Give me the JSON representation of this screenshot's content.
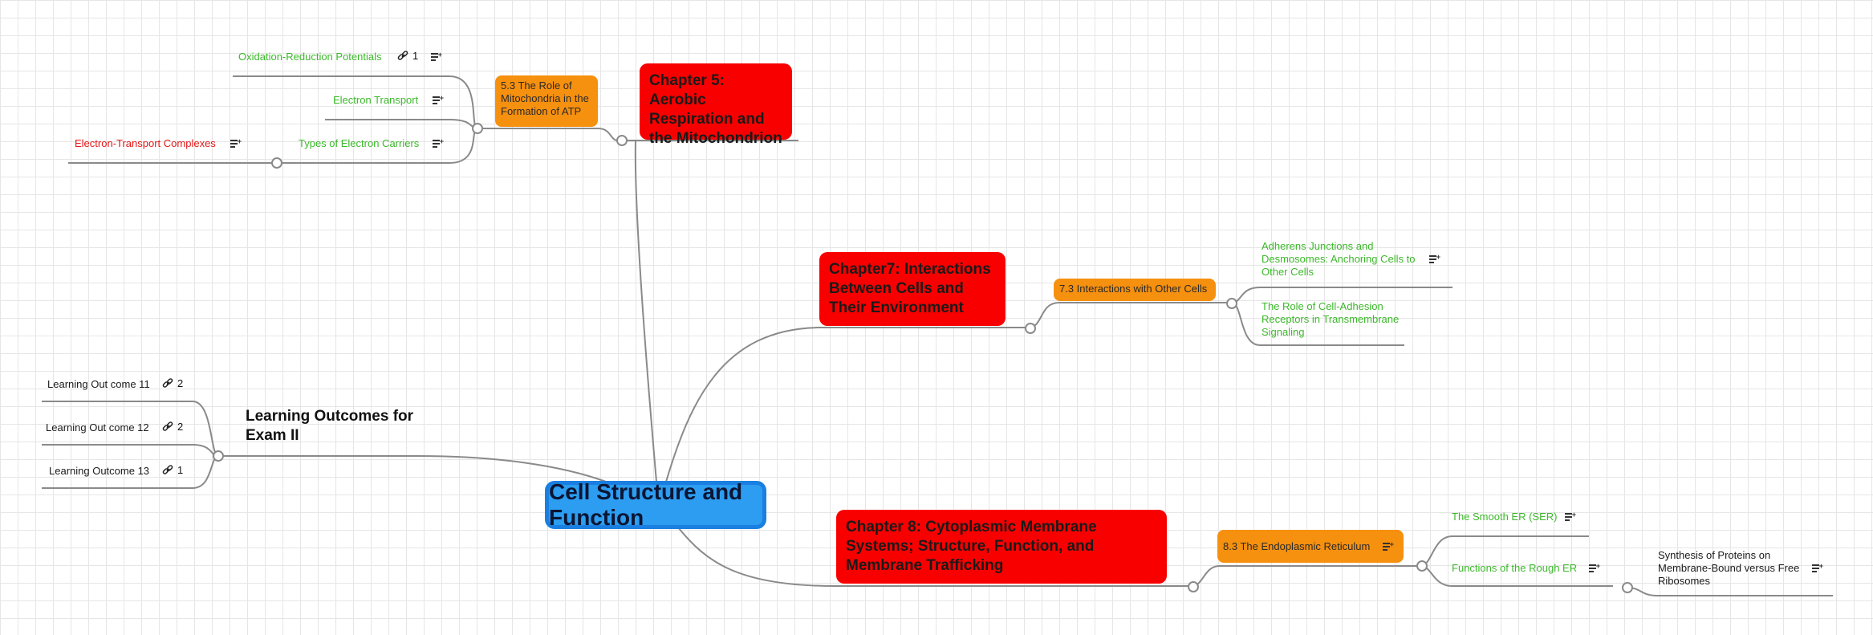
{
  "central": {
    "label": "Cell Structure and Function"
  },
  "chapter5": {
    "label": "Chapter 5: Aerobic Respiration and the Mitochondrion",
    "section": {
      "label": "5.3 The Role of Mitochondria in the Formation of ATP",
      "topics": [
        {
          "label": "Oxidation-Reduction Potentials",
          "link_count": "1"
        },
        {
          "label": "Electron Transport"
        },
        {
          "label": "Types of Electron Carriers",
          "child": {
            "label": "Electron-Transport Complexes"
          }
        }
      ]
    }
  },
  "chapter7": {
    "label": "Chapter7: Interactions Between Cells and Their Environment",
    "section": {
      "label": "7.3 Interactions with Other Cells",
      "topics": [
        {
          "label": "Adherens Junctions and Desmosomes: Anchoring Cells to Other Cells"
        },
        {
          "label": "The Role of Cell-Adhesion Receptors in Transmembrane Signaling"
        }
      ]
    }
  },
  "chapter8": {
    "label": "Chapter 8: Cytoplasmic Membrane Systems; Structure, Function, and Membrane Trafficking",
    "section": {
      "label": "8.3 The Endoplasmic Reticulum",
      "topics": [
        {
          "label": "The Smooth ER (SER)"
        },
        {
          "label": "Functions of the Rough ER",
          "child": {
            "label": "Synthesis of Proteins on Membrane-Bound versus Free Ribosomes"
          }
        }
      ]
    }
  },
  "outcomes": {
    "label": "Learning Outcomes for Exam II",
    "items": [
      {
        "label": "Learning Out come 11",
        "link_count": "2"
      },
      {
        "label": "Learning Out come 12",
        "link_count": "2"
      },
      {
        "label": "Learning Outcome 13",
        "link_count": "1"
      }
    ]
  },
  "colors": {
    "central_fill": "#2c9df0",
    "chapter_fill": "#f80000",
    "section_fill": "#f6900f",
    "topic_text": "#3cb82b",
    "subtopic_red": "#e41818"
  }
}
